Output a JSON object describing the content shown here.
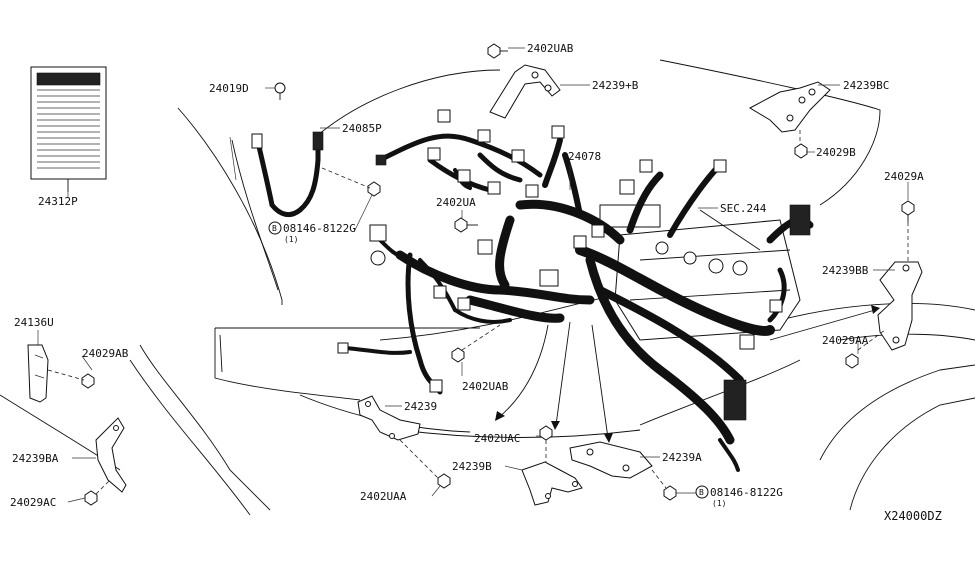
{
  "diagram_id": "X24000DZ",
  "labels": {
    "p24312P": "24312P",
    "p24019D": "24019D",
    "p24085P": "24085P",
    "p08146_left": "08146-8122G",
    "p08146_left_qty": "(1)",
    "p08146_left_b": "B",
    "p2402UAB_top": "2402UAB",
    "p24239pB": "24239+B",
    "p24239BC": "24239BC",
    "p24029B": "24029B",
    "p24078": "24078",
    "p2402UA": "2402UA",
    "pSEC244": "SEC.244",
    "p24029A": "24029A",
    "p24239BB": "24239BB",
    "p24029AA": "24029AA",
    "p24136U": "24136U",
    "p24029AB": "24029AB",
    "p24239BA": "24239BA",
    "p24029AC": "24029AC",
    "p2402UAB_mid": "2402UAB",
    "p24239": "24239",
    "p2402UAC": "2402UAC",
    "p24239B": "24239B",
    "p2402UAA": "2402UAA",
    "p24239A": "24239A",
    "p08146_right": "08146-8122G",
    "p08146_right_qty": "(1)",
    "p08146_right_b": "B"
  },
  "colors": {
    "ink": "#111111",
    "paper": "#ffffff"
  }
}
